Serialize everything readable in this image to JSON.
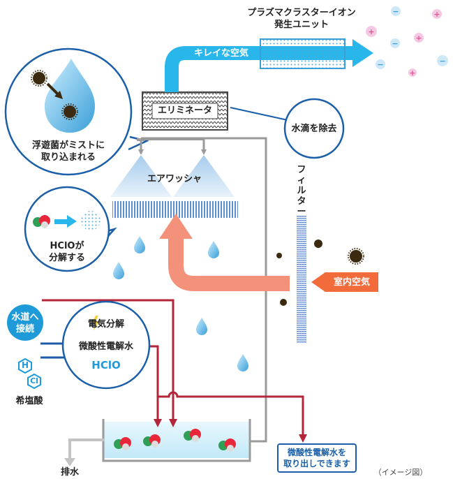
{
  "diagram": {
    "plasma_unit_line1": "プラズマクラスターイオン",
    "plasma_unit_line2": "発生ユニット",
    "clean_air": "キレイな空気",
    "eliminator": "エリミネータ",
    "water_removal": "水滴を除去",
    "bacteria_line1": "浮遊菌がミストに",
    "bacteria_line2": "取り込まれる",
    "air_washer": "エアワッシャ",
    "filter": "フィルター",
    "hclo_line1": "HClOが",
    "hclo_line2": "分解する",
    "indoor_air": "室内空気",
    "tap_line1": "水道へ",
    "tap_line2": "接続",
    "electrolysis": "電気分解",
    "weak_acid_water": "微酸性電解水",
    "hclo": "HClO",
    "hcl_h": "H",
    "hcl_cl": "Cl",
    "hydrochloric_acid": "希塩酸",
    "drain": "排水",
    "takeout_line1": "微酸性電解水を",
    "takeout_line2": "取り出しできます",
    "image_note": "（イメージ図）",
    "ion_plus": "+",
    "ion_minus": "−"
  },
  "colors": {
    "blue_arrow": "#29b6ea",
    "salmon_arrow": "#f4917a",
    "orange_label": "#f26b3a",
    "dark_red": "#b5253a",
    "tap_blue": "#1f9ad9",
    "pipe_blue": "#1e5aa8",
    "gray_frame": "#9a9a9a"
  }
}
